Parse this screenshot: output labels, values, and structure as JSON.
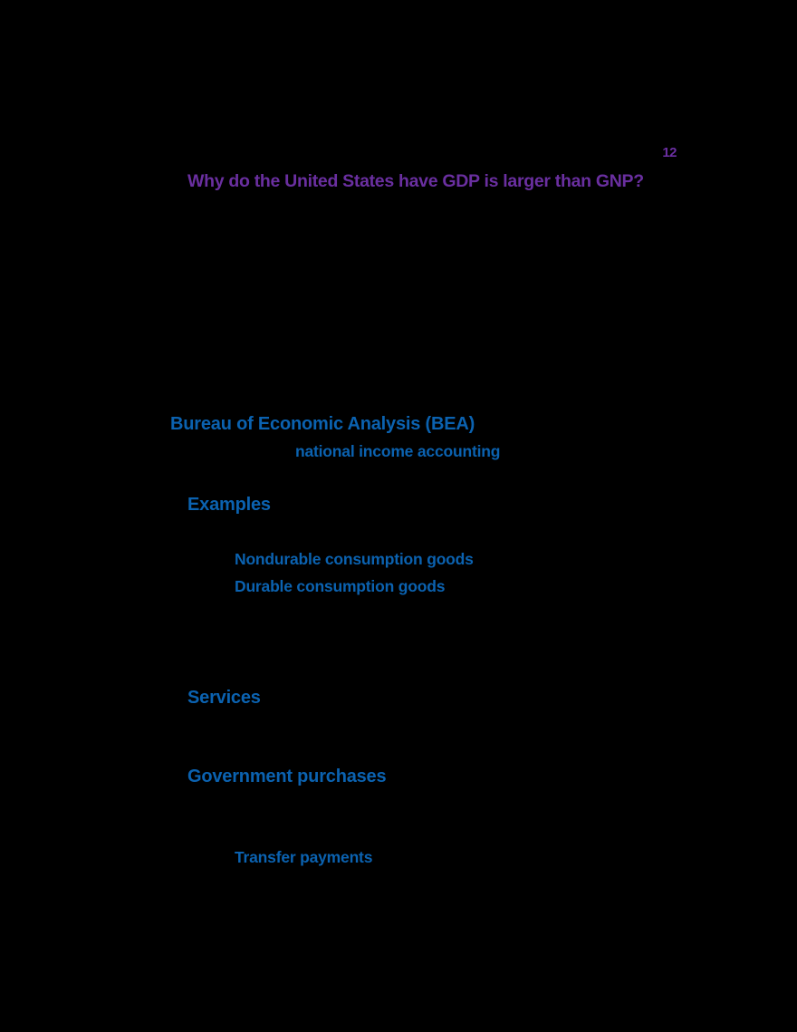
{
  "slide": {
    "background_color": "#000000",
    "title_color": "#6a2fa0",
    "heading_color": "#0b62b0",
    "page_marker": "12",
    "title": "Why do the United States have GDP is larger than GNP?",
    "headings": {
      "bea": "Bureau of Economic Analysis (BEA)",
      "bea_subline": "national income accounting",
      "examples": "Examples",
      "services": "Services",
      "government": "Government purchases"
    },
    "items": {
      "nondurable": "Nondurable consumption goods",
      "durable": "Durable consumption goods",
      "transfers": "Transfer payments"
    }
  }
}
